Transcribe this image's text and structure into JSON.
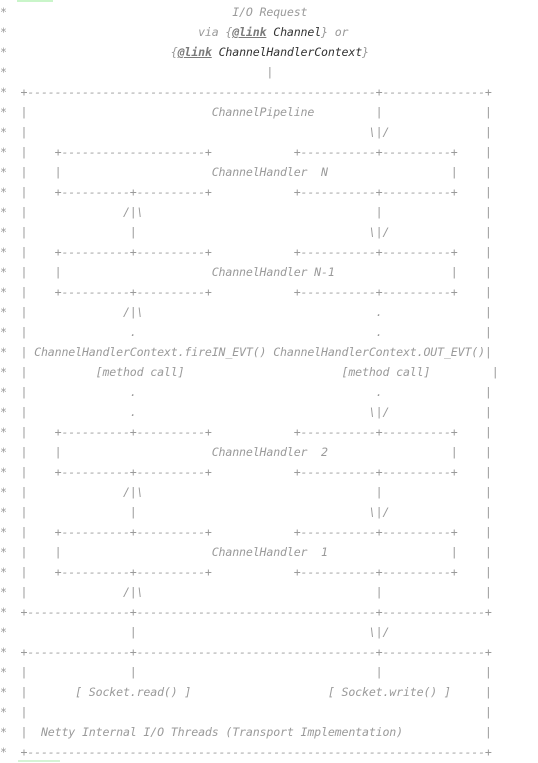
{
  "colors": {
    "comment": "#9a9a9a",
    "text": "#333333",
    "tag": "#7b7b7b",
    "marker": "#c9f5c9",
    "background": "#ffffff"
  },
  "lines": [
    [
      {
        "t": "*                                 I/O Request"
      }
    ],
    [
      {
        "t": "*                            via {"
      },
      {
        "t": "@link",
        "k": "link"
      },
      {
        "t": " "
      },
      {
        "t": "Channel",
        "k": "dark"
      },
      {
        "t": "} or"
      }
    ],
    [
      {
        "t": "*                        {"
      },
      {
        "t": "@link",
        "k": "link"
      },
      {
        "t": " "
      },
      {
        "t": "ChannelHandlerContext",
        "k": "dark"
      },
      {
        "t": "}"
      }
    ],
    [
      {
        "t": "*                                      |"
      }
    ],
    [
      {
        "t": "*  +---------------------------------------------------+---------------+"
      }
    ],
    [
      {
        "t": "*  |                           ChannelPipeline         |               |"
      }
    ],
    [
      {
        "t": "*  |                                                  \\|/              |"
      }
    ],
    [
      {
        "t": "*  |    +---------------------+            +-----------+----------+    |"
      }
    ],
    [
      {
        "t": "*  |    |                      ChannelHandler  N                  |    |"
      }
    ],
    [
      {
        "t": "*  |    +----------+----------+            +-----------+----------+    |"
      }
    ],
    [
      {
        "t": "*  |              /|\\                                  |               |"
      }
    ],
    [
      {
        "t": "*  |               |                                  \\|/              |"
      }
    ],
    [
      {
        "t": "*  |    +----------+----------+            +-----------+----------+    |"
      }
    ],
    [
      {
        "t": "*  |    |                      ChannelHandler N-1                 |    |"
      }
    ],
    [
      {
        "t": "*  |    +----------+----------+            +-----------+----------+    |"
      }
    ],
    [
      {
        "t": "*  |              /|\\                                  .               |"
      }
    ],
    [
      {
        "t": "*  |               .                                   .               |"
      }
    ],
    [
      {
        "t": "*  | ChannelHandlerContext.fireIN_EVT() ChannelHandlerContext.OUT_EVT()|"
      }
    ],
    [
      {
        "t": "*  |          [method call]                       [method call]         |"
      }
    ],
    [
      {
        "t": "*  |               .                                   .               |"
      }
    ],
    [
      {
        "t": "*  |               .                                  \\|/              |"
      }
    ],
    [
      {
        "t": "*  |    +----------+----------+            +-----------+----------+    |"
      }
    ],
    [
      {
        "t": "*  |    |                      ChannelHandler  2                  |    |"
      }
    ],
    [
      {
        "t": "*  |    +----------+----------+            +-----------+----------+    |"
      }
    ],
    [
      {
        "t": "*  |              /|\\                                  |               |"
      }
    ],
    [
      {
        "t": "*  |               |                                  \\|/              |"
      }
    ],
    [
      {
        "t": "*  |    +----------+----------+            +-----------+----------+    |"
      }
    ],
    [
      {
        "t": "*  |    |                      ChannelHandler  1                  |    |"
      }
    ],
    [
      {
        "t": "*  |    +----------+----------+            +-----------+----------+    |"
      }
    ],
    [
      {
        "t": "*  |              /|\\                                  |               |"
      }
    ],
    [
      {
        "t": "*  +---------------+-----------------------------------+---------------+"
      }
    ],
    [
      {
        "t": "*                  |                                  \\|/"
      }
    ],
    [
      {
        "t": "*  +---------------+-----------------------------------+---------------+"
      }
    ],
    [
      {
        "t": "*  |               |                                   |               |"
      }
    ],
    [
      {
        "t": "*  |       [ Socket.read() ]                    [ Socket.write() ]     |"
      }
    ],
    [
      {
        "t": "*  |                                                                   |"
      }
    ],
    [
      {
        "t": "*  |  Netty Internal I/O Threads (Transport Implementation)            |"
      }
    ],
    [
      {
        "t": "*  +-------------------------------------------------------------------+"
      }
    ]
  ]
}
